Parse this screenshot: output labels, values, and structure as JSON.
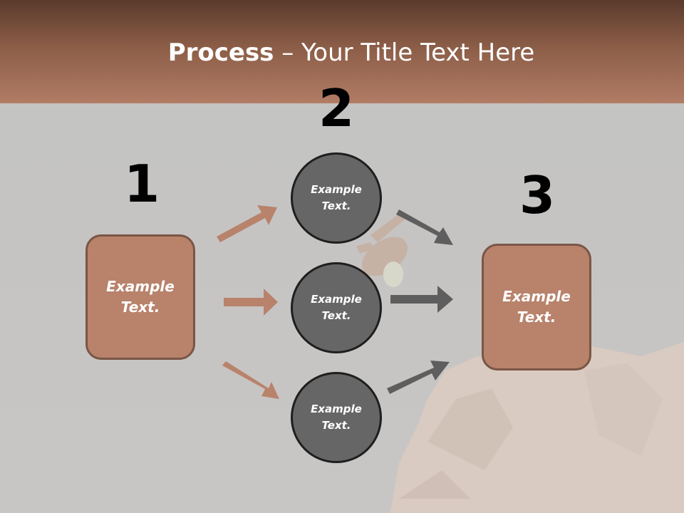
{
  "slide": {
    "title_bold": "Process",
    "title_rest": " – Your Title Text Here"
  },
  "steps": [
    {
      "number": "1",
      "label": "Example\nText."
    },
    {
      "number": "2",
      "labels": [
        "Example\nText.",
        "Example\nText.",
        "Example\nText."
      ]
    },
    {
      "number": "3",
      "label": "Example\nText."
    }
  ],
  "colors": {
    "header": "#8b5d47",
    "box_fill": "#b8826b",
    "circle_fill": "#666666",
    "arrow_in": "#b8826b",
    "arrow_out": "#5e5e5e"
  }
}
